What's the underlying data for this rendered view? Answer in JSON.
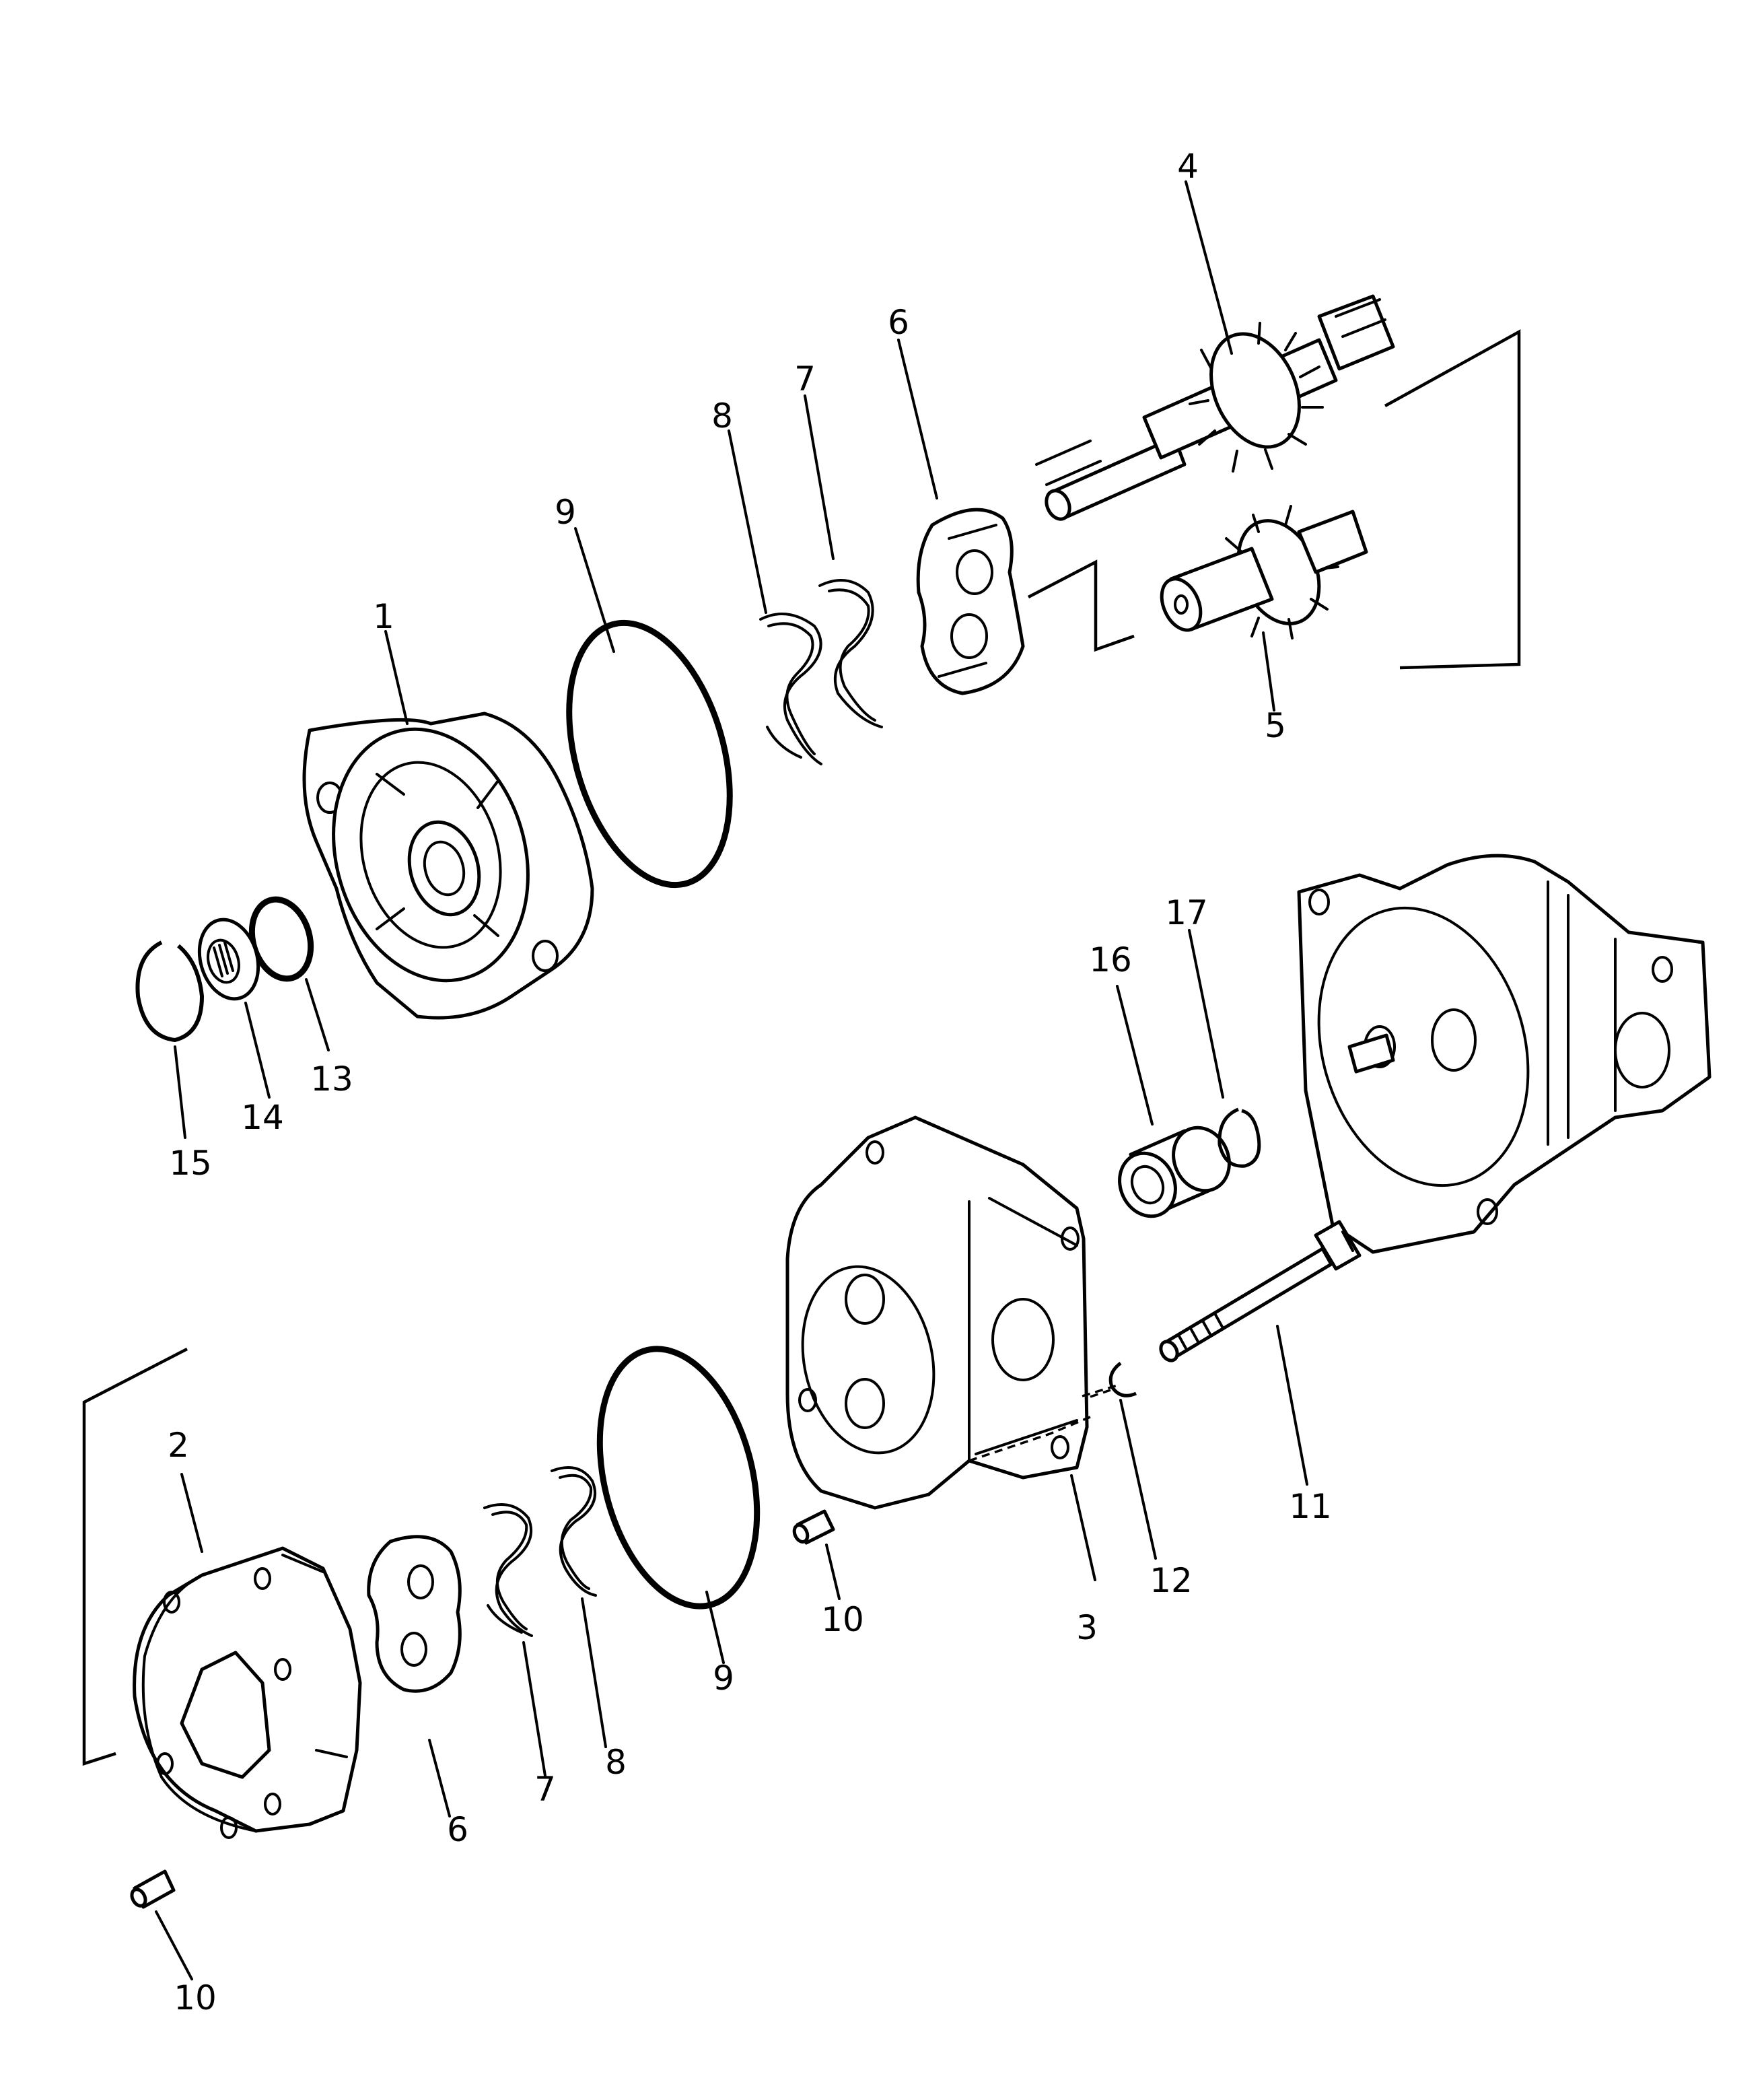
{
  "diagram": {
    "callouts": [
      {
        "id": "c1",
        "text": "1"
      },
      {
        "id": "c2",
        "text": "2"
      },
      {
        "id": "c3",
        "text": "3"
      },
      {
        "id": "c4",
        "text": "4"
      },
      {
        "id": "c5",
        "text": "5"
      },
      {
        "id": "c6a",
        "text": "6"
      },
      {
        "id": "c6b",
        "text": "6"
      },
      {
        "id": "c7a",
        "text": "7"
      },
      {
        "id": "c7b",
        "text": "7"
      },
      {
        "id": "c8a",
        "text": "8"
      },
      {
        "id": "c8b",
        "text": "8"
      },
      {
        "id": "c9a",
        "text": "9"
      },
      {
        "id": "c9b",
        "text": "9"
      },
      {
        "id": "c10a",
        "text": "10"
      },
      {
        "id": "c10b",
        "text": "10"
      },
      {
        "id": "c11",
        "text": "11"
      },
      {
        "id": "c12",
        "text": "12"
      },
      {
        "id": "c13",
        "text": "13"
      },
      {
        "id": "c14",
        "text": "14"
      },
      {
        "id": "c15",
        "text": "15"
      },
      {
        "id": "c16",
        "text": "16"
      },
      {
        "id": "c17",
        "text": "17"
      }
    ]
  }
}
